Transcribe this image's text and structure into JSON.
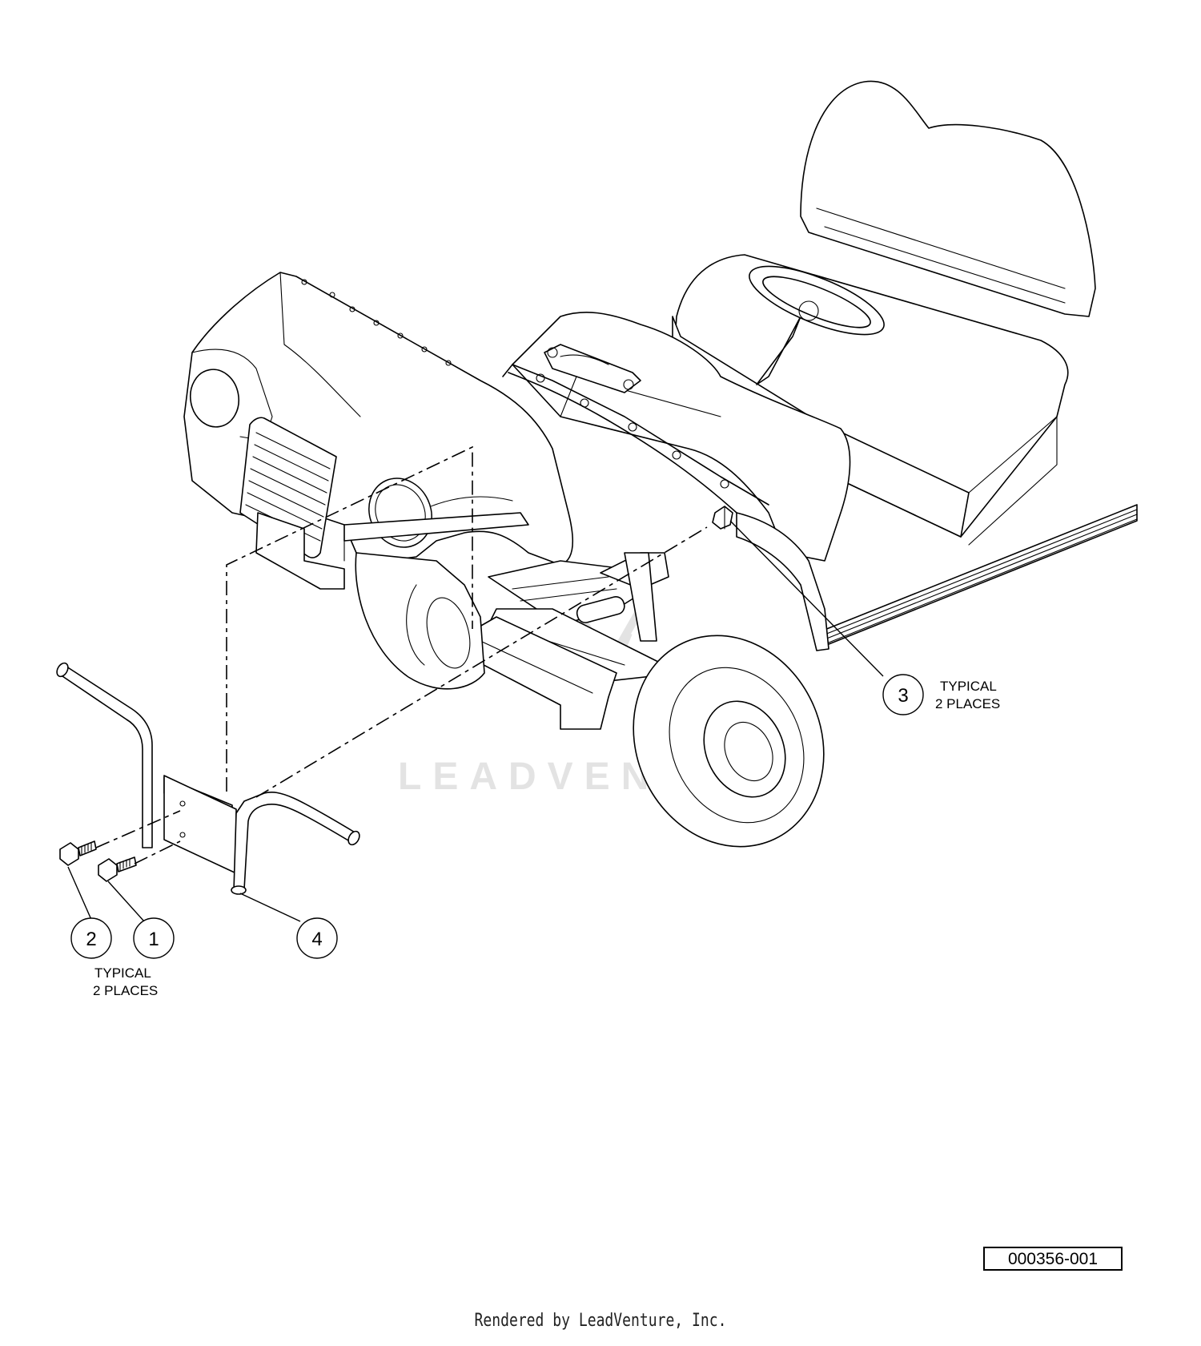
{
  "watermark": "LEADVENTURE",
  "callouts": [
    {
      "id": "c1",
      "number": "1"
    },
    {
      "id": "c2",
      "number": "2"
    },
    {
      "id": "c3",
      "number": "3"
    },
    {
      "id": "c4",
      "number": "4"
    }
  ],
  "notes": {
    "right_line1": "TYPICAL",
    "right_line2": "2 PLACES",
    "left_line1": "TYPICAL",
    "left_line2": "2 PLACES"
  },
  "part_number": "000356-001",
  "footer": "Rendered by LeadVenture, Inc."
}
